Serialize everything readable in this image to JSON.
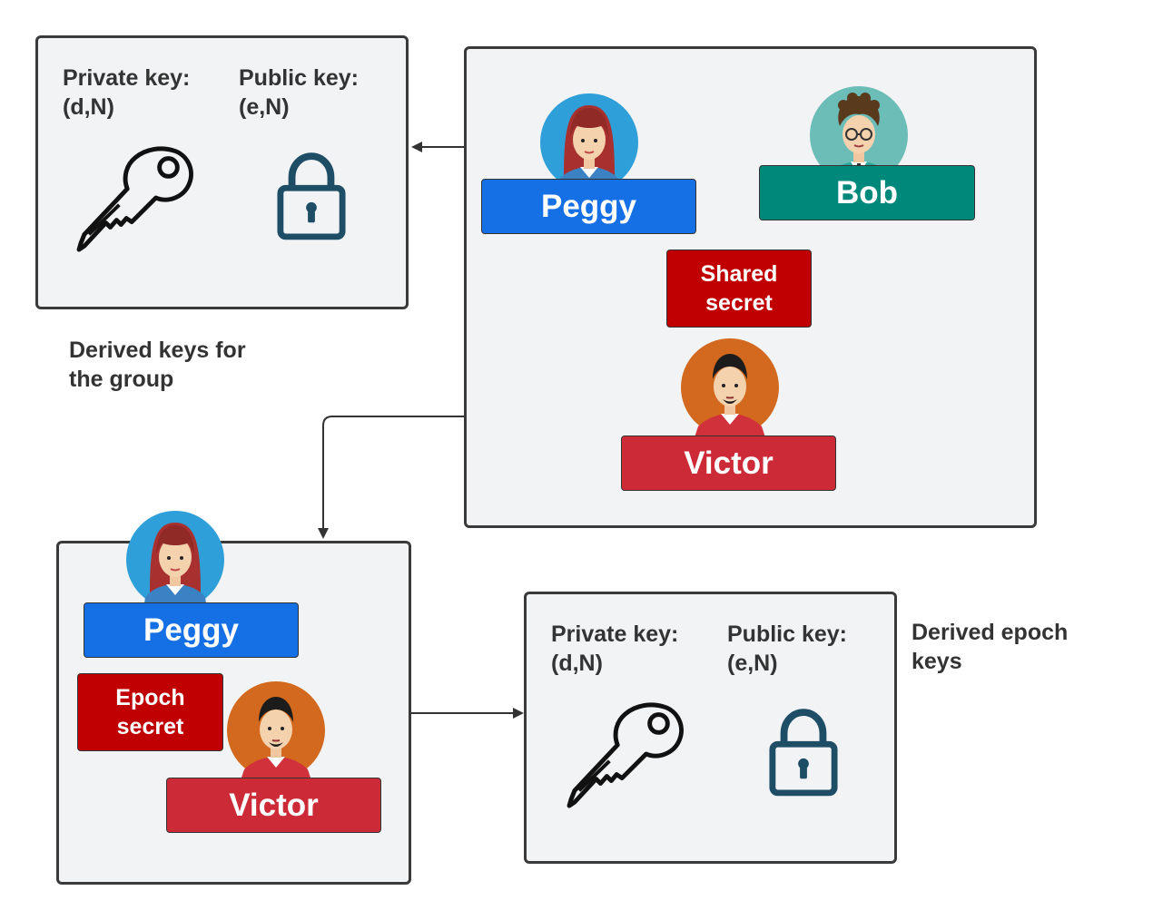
{
  "group_keys": {
    "private_label": "Private key:\n(d,N)",
    "public_label": "Public key:\n(e,N)",
    "caption": "Derived keys for\nthe group"
  },
  "group": {
    "members": [
      "Peggy",
      "Bob",
      "Victor"
    ],
    "secret_label": "Shared\nsecret"
  },
  "epoch": {
    "members": [
      "Peggy",
      "Victor"
    ],
    "secret_label": "Epoch\nsecret"
  },
  "epoch_keys": {
    "private_label": "Private key:\n(d,N)",
    "public_label": "Public key:\n(e,N)",
    "caption": "Derived epoch\nkeys"
  },
  "colors": {
    "peggy": "#1570e6",
    "bob": "#00897b",
    "victor": "#cc2a37",
    "secret": "#c00000",
    "panel": "#f2f3f5"
  },
  "icons": [
    "key-icon",
    "padlock-icon",
    "peggy-avatar",
    "bob-avatar",
    "victor-avatar"
  ]
}
